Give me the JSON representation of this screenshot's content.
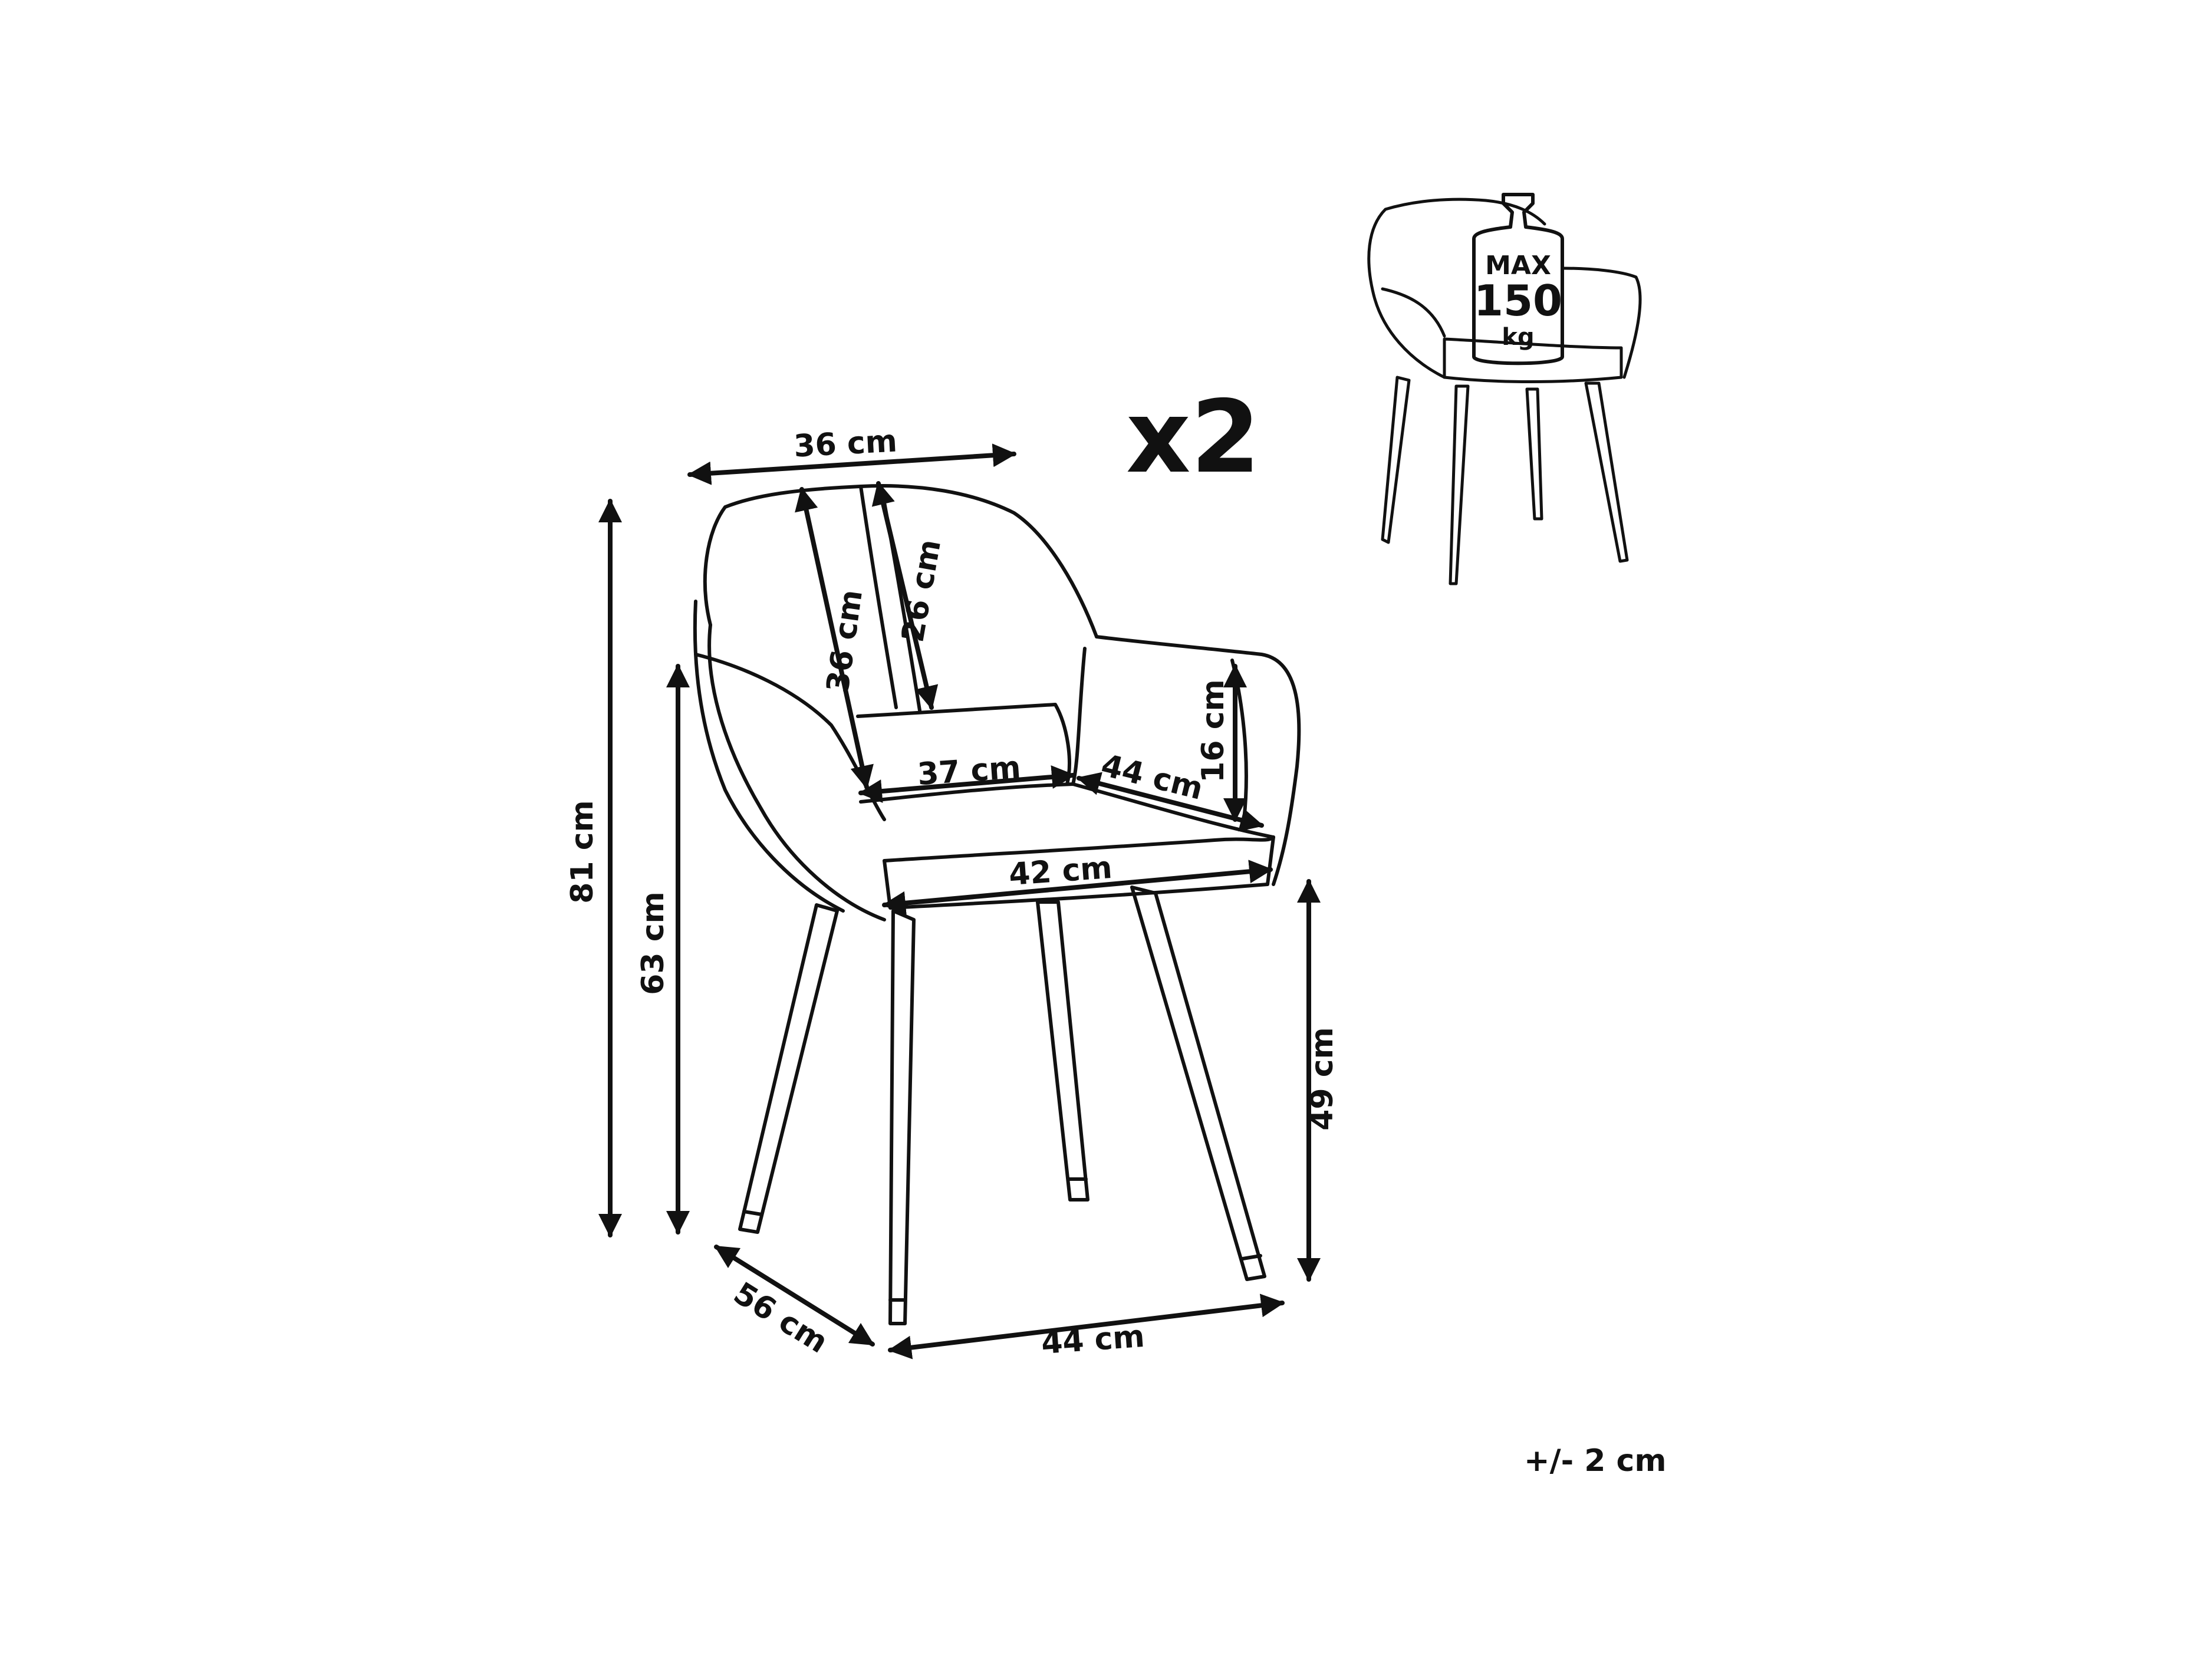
{
  "quantity": "x2",
  "tolerance": "+/- 2 cm",
  "badge": {
    "top": "MAX",
    "value": "150",
    "unit": "kg"
  },
  "dimensions": {
    "back_width": "36 cm",
    "back_height_outer": "36 cm",
    "back_height_inner": "26 cm",
    "seat_depth_inner": "37 cm",
    "seat_width_inner": "44 cm",
    "armrest_height": "16 cm",
    "seat_width": "42 cm",
    "total_height": "81 cm",
    "armrest_floor_height": "63 cm",
    "seat_height": "49 cm",
    "depth": "56 cm",
    "width": "44 cm"
  },
  "colors": {
    "ink": "#111111",
    "background": "#ffffff"
  }
}
